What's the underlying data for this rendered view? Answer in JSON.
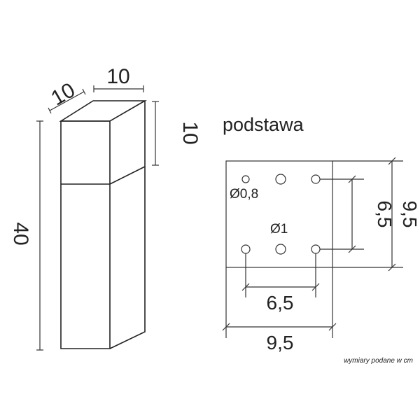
{
  "lamp": {
    "dim_depth": "10",
    "dim_width": "10",
    "dim_head_height": "10",
    "dim_total_height": "40"
  },
  "base": {
    "title": "podstawa",
    "hole_small_label": "Ø0,8",
    "hole_large_label": "Ø1",
    "dim_hole_spacing_v": "6,5",
    "dim_base_v": "9,5",
    "dim_hole_spacing_h": "6,5",
    "dim_base_h": "9,5"
  },
  "footnote": "wymiary podane w cm"
}
